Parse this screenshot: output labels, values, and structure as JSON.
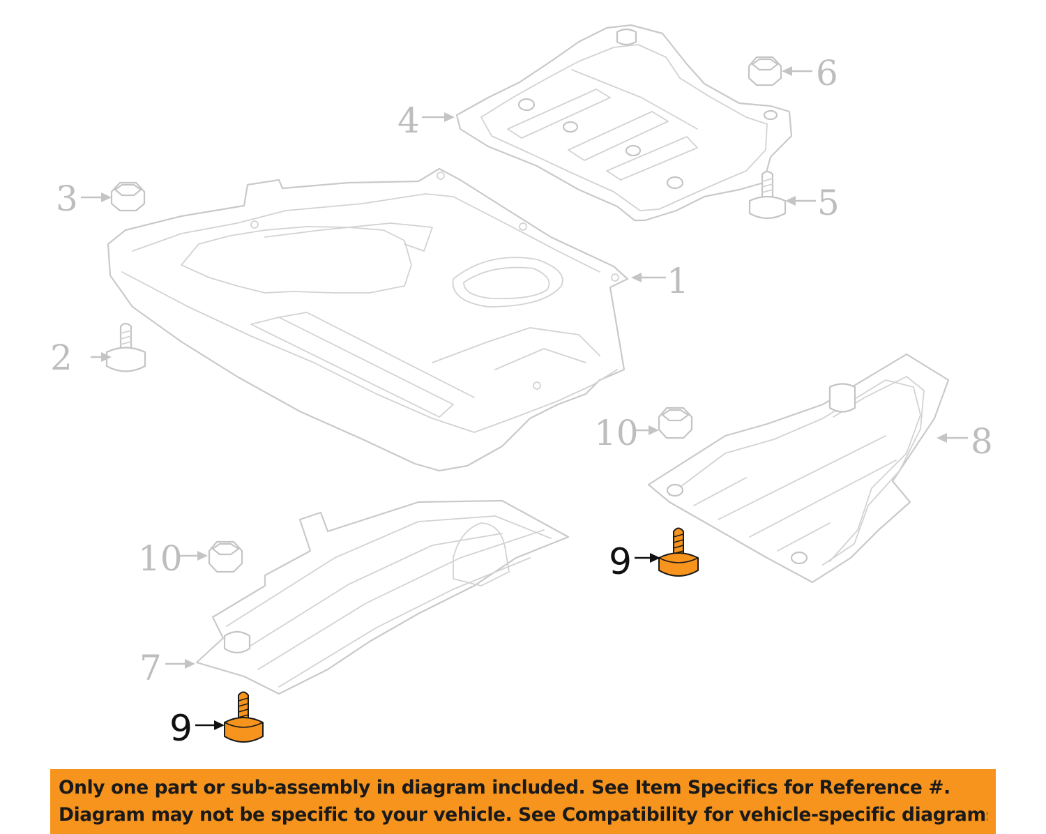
{
  "callouts": {
    "c1": "1",
    "c2": "2",
    "c3": "3",
    "c4": "4",
    "c5": "5",
    "c6": "6",
    "c7": "7",
    "c8": "8",
    "c9a": "9",
    "c9b": "9",
    "c10a": "10",
    "c10b": "10"
  },
  "highlight_color": "#F7941D",
  "disclaimer": {
    "line1": "Only one part or sub-assembly in diagram included. See Item Specifics for Reference #.",
    "line2": "Diagram may not be specific to your vehicle. See Compatibility for vehicle-specific diagrams."
  }
}
